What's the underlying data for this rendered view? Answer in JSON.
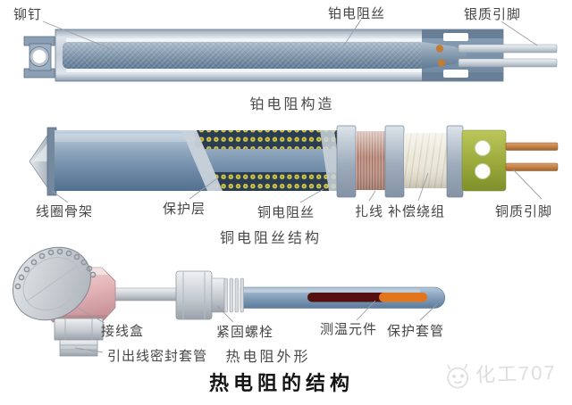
{
  "title": "热电阻的结构",
  "watermark": "化工707",
  "platinum_rtd": {
    "caption": "铂电阻构造",
    "labels": {
      "rivet": "铆钉",
      "platinum_wire": "铂电阻丝",
      "silver_pins": "银质引脚"
    }
  },
  "copper_rtd": {
    "caption": "铜电阻丝结构",
    "labels": {
      "coil_skeleton": "线圈骨架",
      "protective_layer": "保护层",
      "copper_wire": "铜电阻丝",
      "tie_wire": "扎线",
      "compensation_winding": "补偿绕组",
      "copper_pins": "铜质引脚"
    }
  },
  "rtd_exterior": {
    "caption": "热电阻外形",
    "labels": {
      "junction_box": "接线盒",
      "lead_seal_sleeve": "引出线密封套管",
      "fastening_bolt": "紧固螺栓",
      "temp_element": "测温元件",
      "protective_sheath": "保护套管"
    }
  },
  "colors": {
    "steel_blue": "#7e9ab6",
    "shell_silver": "#c6d0da",
    "copper_pin": "#c08045",
    "copper_dot_yellow": "#d5ca4e",
    "winding_dark": "#2b3d51",
    "green_cap": "#9aa93b",
    "junction_box_pink": "#e3b4b8",
    "element_dark_red": "#551111",
    "element_orange": "#e2761e",
    "label_text": "#464646",
    "leader_line": "#9aa0a6",
    "watermark_gray": "#dedede"
  }
}
